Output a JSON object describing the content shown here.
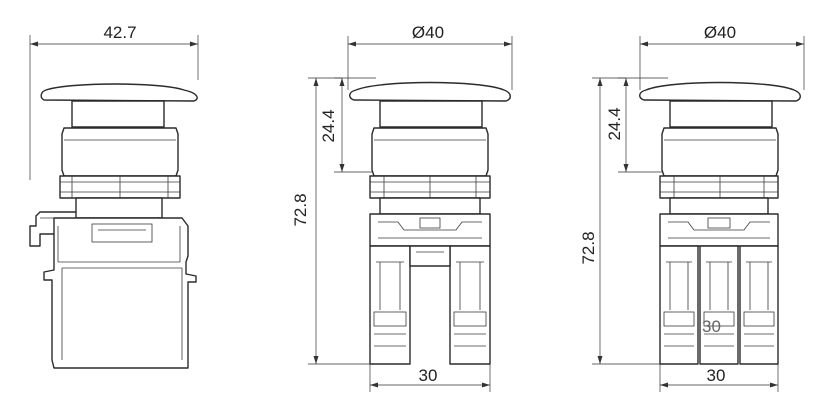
{
  "views": {
    "side": {
      "width_label": "42.7"
    },
    "front_single": {
      "diameter_label": "Ø40",
      "head_height_label": "24.4",
      "total_height_label": "72.8",
      "base_width_label": "30"
    },
    "front_double": {
      "diameter_label": "Ø40",
      "head_height_label": "24.4",
      "total_height_label": "72.8",
      "base_width_label": "30",
      "overlap_label": "30"
    }
  }
}
